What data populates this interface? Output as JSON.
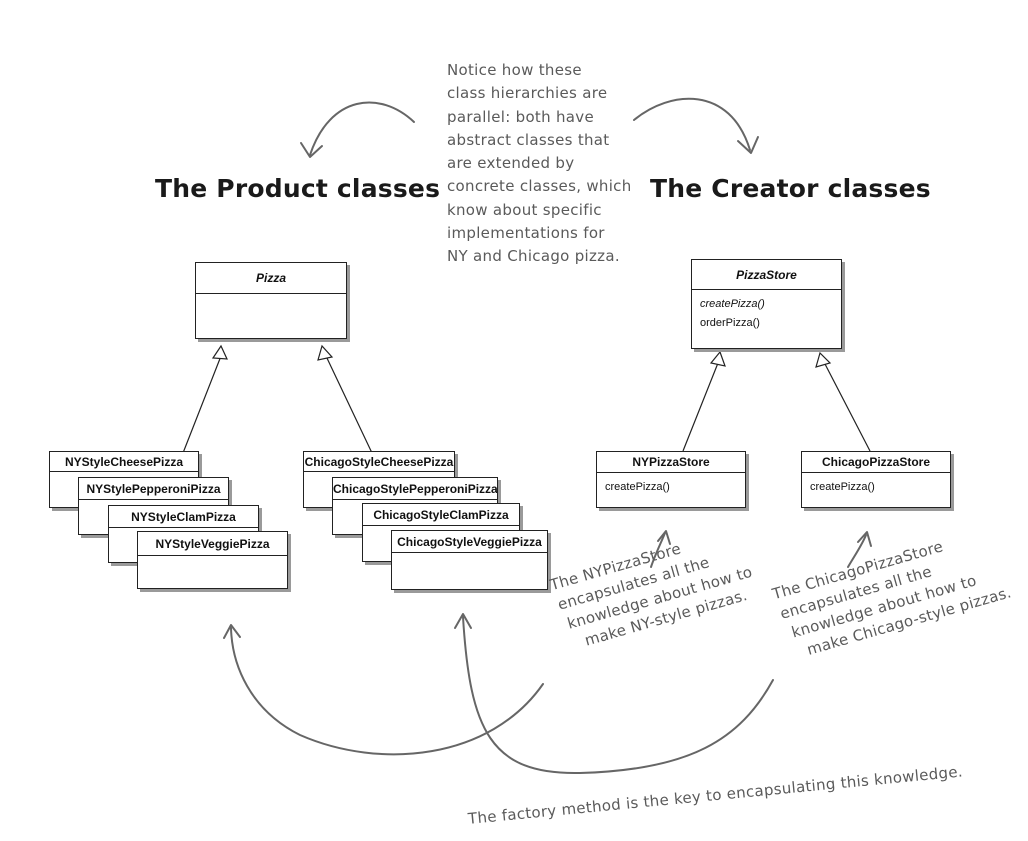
{
  "top_note": [
    "Notice how these",
    "class hierarchies are",
    "parallel: both have",
    "abstract classes that",
    "are extended by",
    "concrete classes, which",
    "know about specific",
    "implementations for",
    "NY and Chicago pizza."
  ],
  "product_heading": "The Product classes",
  "creator_heading": "The Creator classes",
  "pizza": {
    "name": "Pizza"
  },
  "ny_stack": [
    "NYStyleCheesePizza",
    "NYStylePepperoniPizza",
    "NYStyleClamPizza",
    "NYStyleVeggiePizza"
  ],
  "chicago_stack": [
    "ChicagoStyleCheesePizza",
    "ChicagoStylePepperoniPizza",
    "ChicagoStyleClamPizza",
    "ChicagoStyleVeggiePizza"
  ],
  "pizzastore": {
    "name": "PizzaStore",
    "op_abstract": "createPizza()",
    "op_concrete": "orderPizza()"
  },
  "nypizzastore": {
    "name": "NYPizzaStore",
    "op": "createPizza()"
  },
  "chicagopizzastore": {
    "name": "ChicagoPizzaStore",
    "op": "createPizza()"
  },
  "ny_note": [
    "The NYPizzaStore",
    "encapsulates all the",
    "knowledge about how to",
    "make NY-style pizzas."
  ],
  "chicago_note": [
    "The ChicagoPizzaStore",
    "encapsulates all the",
    "knowledge about how to",
    "make Chicago-style pizzas."
  ],
  "bottom_note": "The factory method is the key to encapsulating this knowledge.",
  "colors": {
    "line": "#222222",
    "shadow": "#9a9a9a",
    "handwriting": "#5a5a5a",
    "arrow": "#666666"
  }
}
